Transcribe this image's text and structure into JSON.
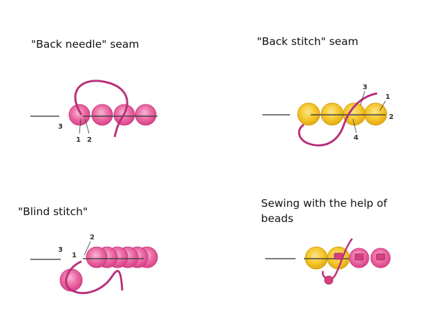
{
  "panels": {
    "back_needle": {
      "title": "\"Back needle\" seam",
      "labels": [
        "3",
        "1",
        "2"
      ]
    },
    "back_stitch": {
      "title": "\"Back stitch\" seam",
      "labels": [
        "3",
        "1",
        "2",
        "4"
      ]
    },
    "blind_stitch": {
      "title": "\"Blind stitch\"",
      "labels": [
        "3",
        "2",
        "1"
      ]
    },
    "with_beads": {
      "title": "Sewing with the help of beads",
      "title_line1": "Sewing with the help of",
      "title_line2": "beads"
    }
  },
  "colors": {
    "sequin_pink": "#e85a98",
    "sequin_pink_light": "#f3a5c6",
    "sequin_yellow": "#f3c21a",
    "sequin_yellow_light": "#f7dc6a",
    "thread": "#b8307a",
    "needle": "#9a9a9a",
    "bead": "#d83f7e"
  },
  "icons": [
    "needle-icon",
    "sequin-icon",
    "bead-icon",
    "thread-icon"
  ]
}
